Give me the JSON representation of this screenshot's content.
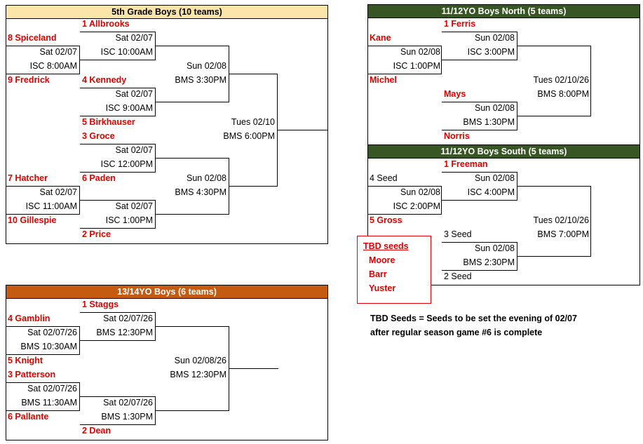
{
  "colors": {
    "header_5th": "#fbe5a8",
    "header_north": "#375623",
    "header_south": "#375623",
    "header_1314": "#c55a11",
    "team_red": "#e00000"
  },
  "b5": {
    "title": "5th Grade Boys (10 teams)",
    "t1": "1 Allbrooks",
    "t8": "8 Spiceland",
    "t9": "9 Fredrick",
    "t4": "4 Kennedy",
    "t5": "5 Birkhauser",
    "t3": "3 Groce",
    "t7": "7 Hatcher",
    "t6": "6 Paden",
    "t10": "10 Gillespie",
    "t2": "2 Price",
    "g89d": "Sat 02/07",
    "g89t": "ISC 8:00AM",
    "gA1d": "Sat 02/07",
    "gA1t": "ISC 10:00AM",
    "gB1d": "Sat 02/07",
    "gB1t": "ISC 9:00AM",
    "gQ1d": "Sun 02/08",
    "gQ1t": "BMS 3:30PM",
    "gFd": "Tues 02/10",
    "gFt": "BMS 6:00PM",
    "gC1d": "Sat 02/07",
    "gC1t": "ISC 12:00PM",
    "g710d": "Sat 02/07",
    "g710t": "ISC 11:00AM",
    "gD1d": "Sat 02/07",
    "gD1t": "ISC 1:00PM",
    "gQ2d": "Sun 02/08",
    "gQ2t": "BMS 4:30PM"
  },
  "north": {
    "title": "11/12YO Boys North (5 teams)",
    "t1": "1 Ferris",
    "kane": "Kane",
    "michel": "Michel",
    "mays": "Mays",
    "norris": "Norris",
    "g1d": "Sun 02/08",
    "g1t": "ISC 1:00PM",
    "g2d": "Sun 02/08",
    "g2t": "ISC 3:00PM",
    "g3d": "Sun 02/08",
    "g3t": "BMS 1:30PM",
    "gFd": "Tues 02/10/26",
    "gFt": "BMS 8:00PM"
  },
  "south": {
    "title": "11/12YO Boys South (5 teams)",
    "t1": "1 Freeman",
    "s4": "4 Seed",
    "gross": "5 Gross",
    "s3": "3 Seed",
    "s2": "2 Seed",
    "g1d": "Sun 02/08",
    "g1t": "ISC 2:00PM",
    "g2d": "Sun 02/08",
    "g2t": "ISC 4:00PM",
    "g3d": "Sun 02/08",
    "g3t": "BMS 2:30PM",
    "gFd": "Tues 02/10/26",
    "gFt": "BMS 7:00PM"
  },
  "tbd": {
    "title": "TBD seeds",
    "n1": "Moore",
    "n2": "Barr",
    "n3": "Yuster"
  },
  "note": {
    "line1": "TBD Seeds = Seeds to be set the evening of 02/07",
    "line2": "after regular season game #6 is complete"
  },
  "b13": {
    "title": "13/14YO Boys (6 teams)",
    "t1": "1 Staggs",
    "t4": "4 Gamblin",
    "t5": "5 Knight",
    "t3": "3 Patterson",
    "t6": "6 Pallante",
    "t2": "2 Dean",
    "g45d": "Sat 02/07/26",
    "g45t": "BMS 10:30AM",
    "gA1d": "Sat 02/07/26",
    "gA1t": "BMS 12:30PM",
    "g36d": "Sat 02/07/26",
    "g36t": "BMS 11:30AM",
    "gB1d": "Sat 02/07/26",
    "gB1t": "BMS 1:30PM",
    "gFd": "Sun 02/08/26",
    "gFt": "BMS 12:30PM"
  }
}
